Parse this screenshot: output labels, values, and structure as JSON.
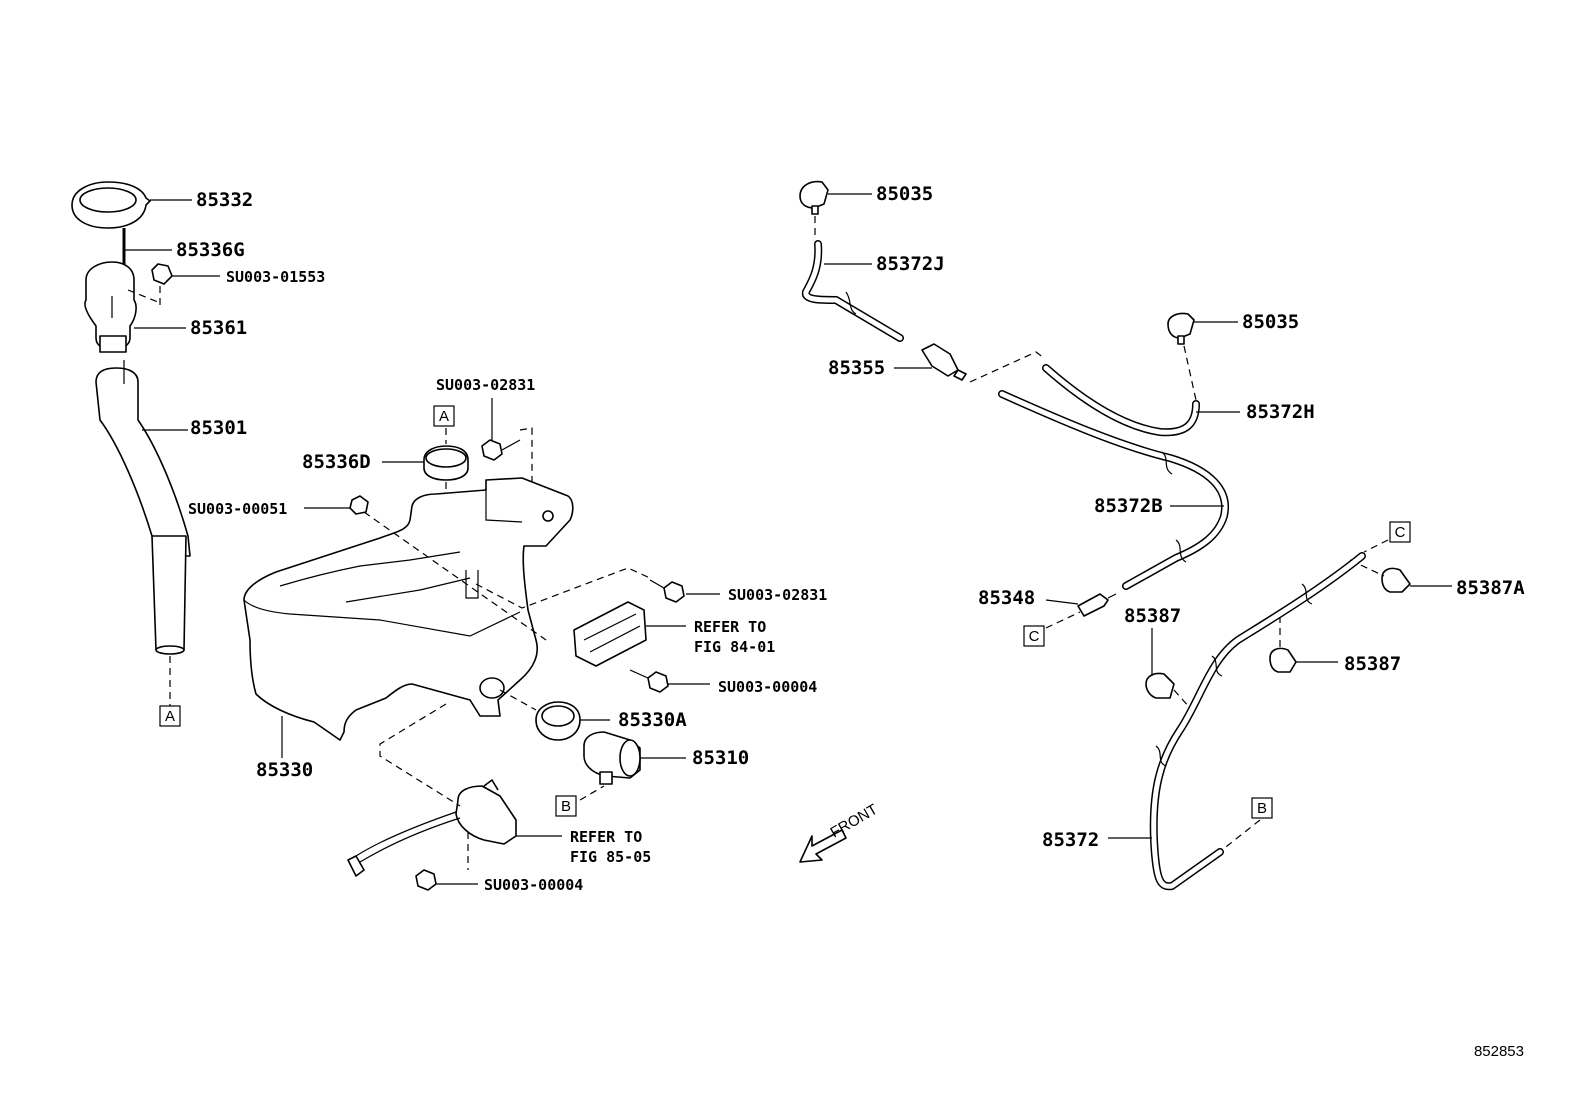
{
  "parts": {
    "p85332": "85332",
    "p85336G": "85336G",
    "su01553": "SU003-01553",
    "p85361": "85361",
    "p85301": "85301",
    "su00051": "SU003-00051",
    "p85336D": "85336D",
    "su02831a": "SU003-02831",
    "su02831b": "SU003-02831",
    "refer1a": "REFER TO",
    "refer1b": "FIG 84-01",
    "su00004a": "SU003-00004",
    "p85330A": "85330A",
    "p85310": "85310",
    "p85330": "85330",
    "refer2a": "REFER TO",
    "refer2b": "FIG 85-05",
    "su00004b": "SU003-00004",
    "p85035a": "85035",
    "p85372J": "85372J",
    "p85355": "85355",
    "p85035b": "85035",
    "p85372H": "85372H",
    "p85372B": "85372B",
    "p85348": "85348",
    "p85387a": "85387",
    "p85387A": "85387A",
    "p85387b": "85387",
    "p85372": "85372"
  },
  "connectors": {
    "a1": "A",
    "a2": "A",
    "b1": "B",
    "b2": "B",
    "c1": "C",
    "c2": "C"
  },
  "front_label": "FRONT",
  "figure_number": "852853"
}
